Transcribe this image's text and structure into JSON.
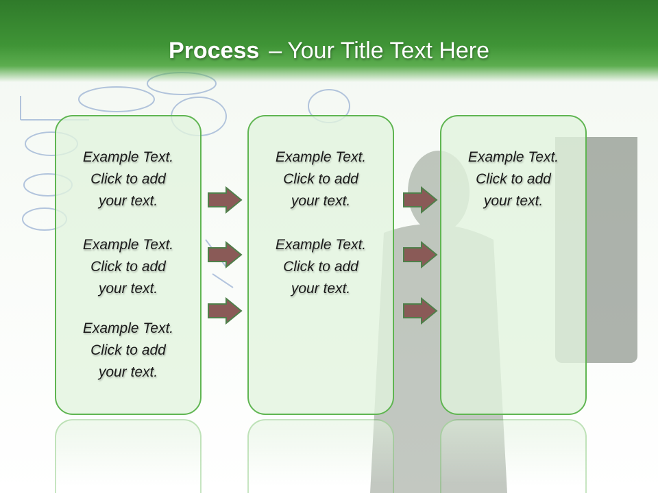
{
  "slide": {
    "title_bold": "Process",
    "title_dash": "–",
    "title_rest": "Your Title Text Here"
  },
  "panels": [
    {
      "texts": [
        [
          "Example Text.",
          "Click  to add",
          "your text."
        ],
        [
          "Example Text.",
          "Click  to add",
          "your text."
        ],
        [
          "Example Text.",
          "Click  to add",
          "your text."
        ]
      ]
    },
    {
      "texts": [
        [
          "Example Text.",
          "Click  to add",
          "your text."
        ],
        [
          "Example Text.",
          "Click  to add",
          "your text."
        ]
      ]
    },
    {
      "texts": [
        [
          "Example Text.",
          "Click  to add",
          "your text."
        ]
      ]
    }
  ],
  "colors": {
    "header": "#3f9436",
    "panel_border": "#5fb551",
    "panel_fill": "#e2f3de",
    "arrow_fill": "#8a5a57",
    "arrow_border": "#4f7f4a"
  },
  "icons": {
    "arrow": "right-arrow-icon"
  }
}
